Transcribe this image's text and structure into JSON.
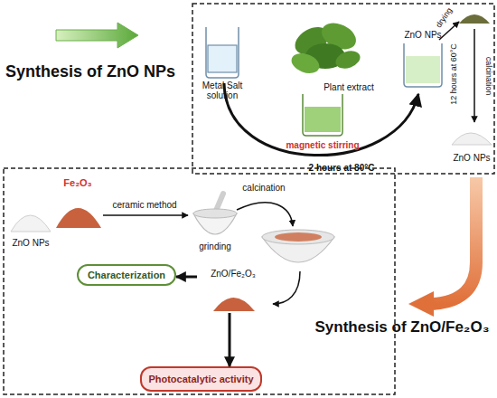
{
  "diagram": {
    "nodes": [
      {
        "text": [
          "Characterization"
        ]
      },
      {
        "text": [
          "ZnO/Fe₂O₃"
        ]
      },
      {
        "text": [
          "Photocatalytic activity"
        ]
      }
    ],
    "edges": [
      {
        "from": 1,
        "to": 0,
        "arrow": "to"
      },
      {
        "from": 1,
        "to": 2,
        "arrow": "to"
      }
    ],
    "labels": [
      "Synthesis of ZnO NPs",
      "Metal Salt solution",
      "Plant extract",
      "ZnO NPs",
      "drying",
      "12 hours at 60°C",
      "calcination",
      "ZnO NPs",
      "magnetic stirring",
      "2 hours at 80°C",
      "ZnO NPs",
      "Fe₂O₃",
      "ceramic method",
      "grinding",
      "calcination",
      "Synthesis of ZnO/Fe₂O₃"
    ]
  }
}
